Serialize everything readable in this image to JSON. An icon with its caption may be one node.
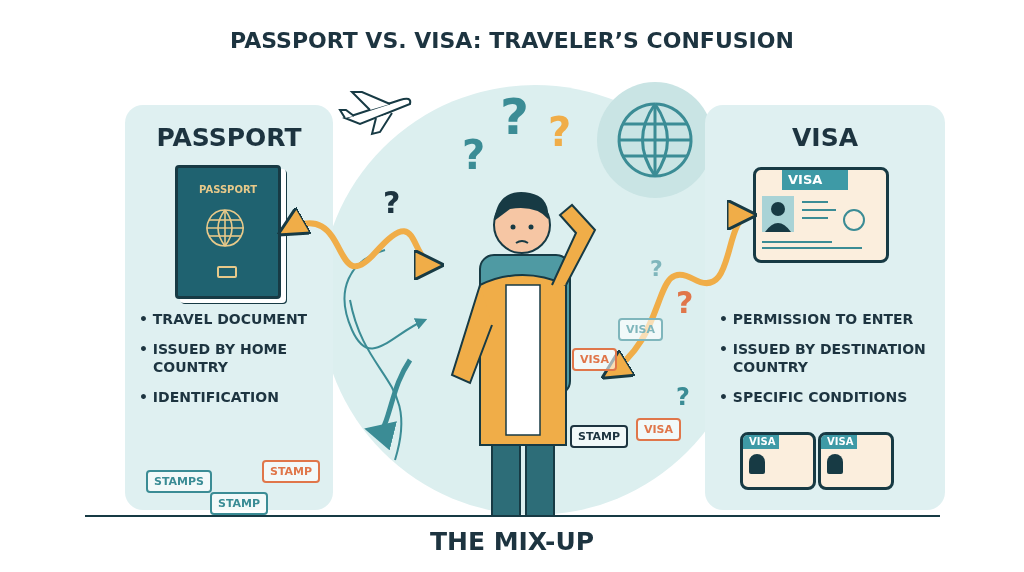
{
  "diagram": {
    "title": "PASSPORT VS. VISA: TRAVELER’S CONFUSION",
    "caption": "THE MIX-UP",
    "nodes": [
      {
        "text": [
          "PASSPORT",
          "• TRAVEL DOCUMENT",
          "• ISSUED BY HOME COUNTRY",
          "• IDENTIFICATION"
        ]
      },
      {
        "text": [
          "PASSPORT"
        ],
        "in": 0
      },
      {
        "text": [],
        "shape": "person"
      },
      {
        "text": [
          "VISA",
          "• PERMISSION TO ENTER",
          "• ISSUED BY DESTINATION COUNTRY",
          "• SPECIFIC CONDITIONS"
        ]
      },
      {
        "text": [
          "VISA"
        ],
        "in": 3
      }
    ],
    "edges": [
      {
        "from": 1,
        "to": 2,
        "arrow": "both"
      },
      {
        "from": 2,
        "to": 4,
        "arrow": "both"
      }
    ],
    "labels": [
      "?",
      "?",
      "?",
      "?",
      "?",
      "?",
      "VISA",
      "VISA",
      "STAMP",
      "?",
      "VISA",
      "STAMPS",
      "STAMP",
      "STAMP",
      "VISA",
      "VISA"
    ]
  }
}
